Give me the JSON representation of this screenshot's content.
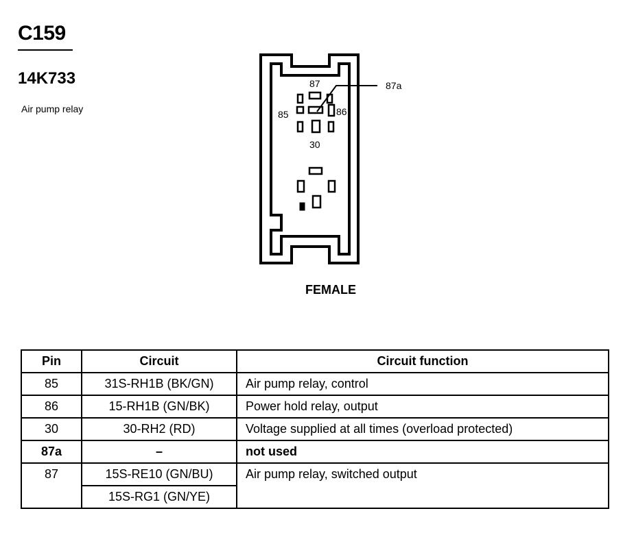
{
  "header": {
    "connector_id": "C159",
    "part_number": "14K733",
    "description": "Air pump relay"
  },
  "connector": {
    "gender": "FEMALE",
    "pin_labels": {
      "p87": "87",
      "p87a": "87a",
      "p85": "85",
      "p86": "86",
      "p30": "30"
    }
  },
  "table": {
    "headers": {
      "pin": "Pin",
      "circuit": "Circuit",
      "function": "Circuit function"
    },
    "rows": [
      {
        "pin": "85",
        "circuit": "31S-RH1B (BK/GN)",
        "function": "Air pump relay, control"
      },
      {
        "pin": "86",
        "circuit": "15-RH1B (GN/BK)",
        "function": "Power hold relay, output"
      },
      {
        "pin": "30",
        "circuit": "30-RH2 (RD)",
        "function": "Voltage supplied at all times (overload protected)"
      },
      {
        "pin": "87a",
        "circuit": "–",
        "function": "not used"
      },
      {
        "pin": "87",
        "circuit": "15S-RE10 (GN/BU)",
        "circuit_2": "15S-RG1 (GN/YE)",
        "function": "Air pump relay, switched output"
      }
    ]
  }
}
